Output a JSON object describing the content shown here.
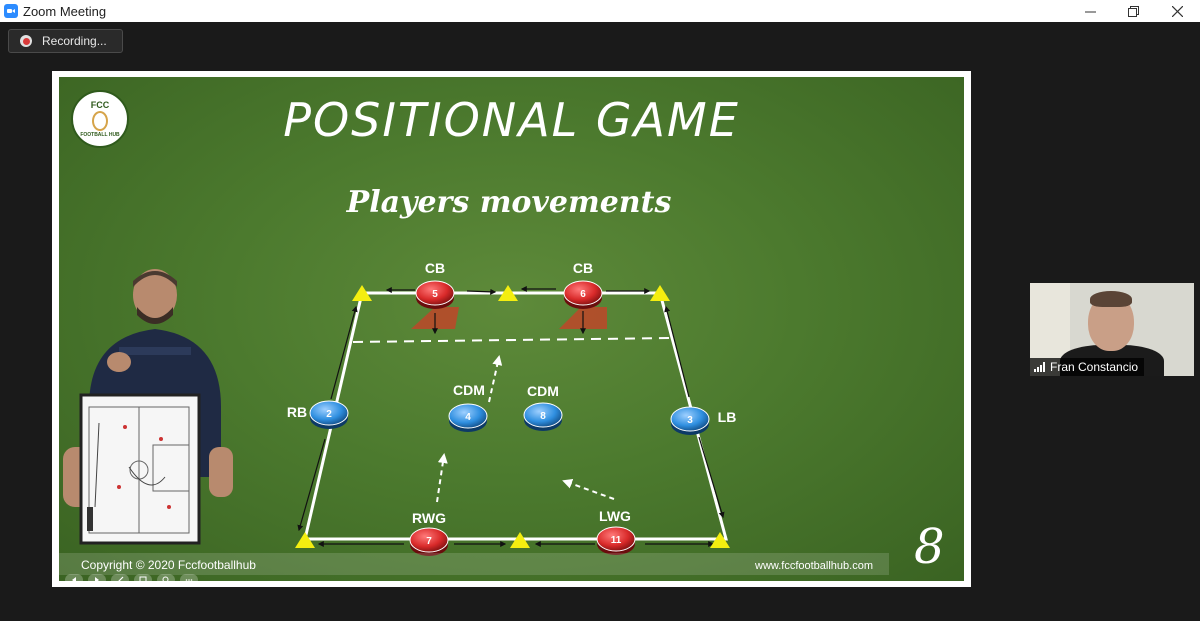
{
  "window": {
    "title": "Zoom Meeting"
  },
  "recording": {
    "label": "Recording..."
  },
  "slide": {
    "logo_top": "FCC",
    "logo_bottom": "FOOTBALL HUB",
    "title": "POSITIONAL GAME",
    "subtitle": "Players movements",
    "copyright": "Copyright © 2020 Fccfootballhub",
    "website": "www.fccfootballhub.com",
    "page_number": "8",
    "players": [
      {
        "label": "CB",
        "number": "5",
        "team": "red"
      },
      {
        "label": "CB",
        "number": "6",
        "team": "red"
      },
      {
        "label": "RB",
        "number": "2",
        "team": "blue"
      },
      {
        "label": "CDM",
        "number": "4",
        "team": "blue"
      },
      {
        "label": "CDM",
        "number": "8",
        "team": "blue"
      },
      {
        "label": "LB",
        "number": "3",
        "team": "blue"
      },
      {
        "label": "RWG",
        "number": "7",
        "team": "red"
      },
      {
        "label": "LWG",
        "number": "11",
        "team": "red"
      }
    ]
  },
  "participant": {
    "name": "Fran Constancio"
  },
  "colors": {
    "red_player": "#d92a2a",
    "blue_player": "#2f8fe0",
    "cone": "#f4ee10",
    "pitch_green": "#4c7a2e",
    "zoom_blue": "#2d8cff"
  }
}
